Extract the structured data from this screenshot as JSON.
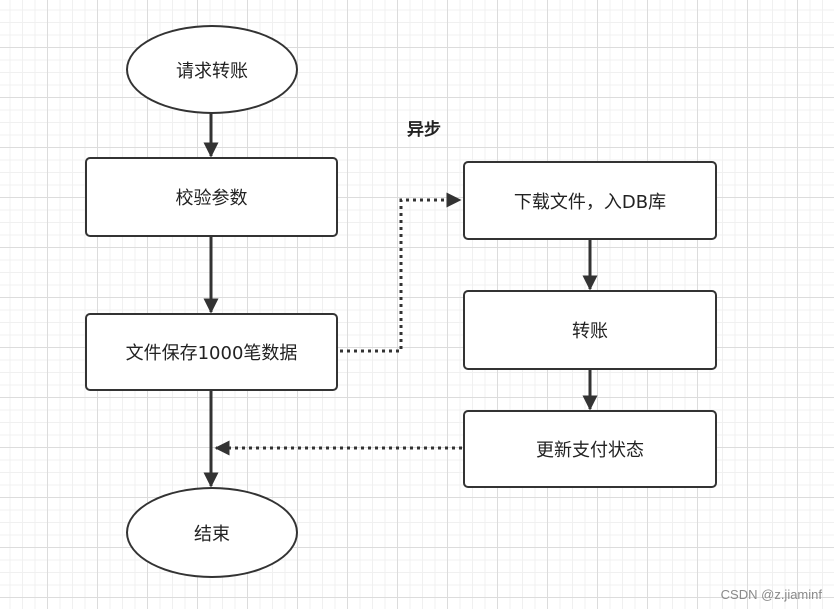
{
  "nodes": {
    "start": "请求转账",
    "validate": "校验参数",
    "save_file": "文件保存1000笔数据",
    "download": "下载文件，入DB库",
    "transfer": "转账",
    "update_status": "更新支付状态",
    "end": "结束"
  },
  "annotation": "异步",
  "watermark": "CSDN @z.jiaminf"
}
